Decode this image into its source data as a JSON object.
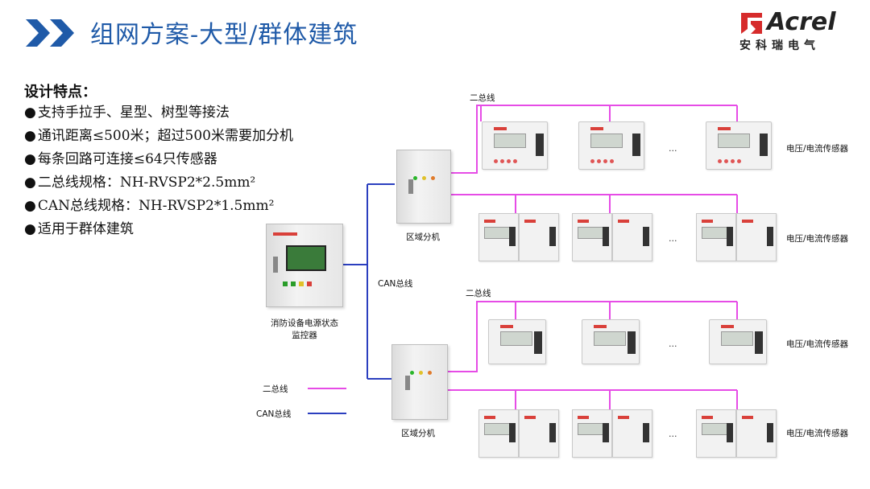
{
  "header": {
    "title": "组网方案-大型/群体建筑",
    "logo_brand": "Acrel",
    "logo_sub": "安科瑞电气"
  },
  "features": {
    "heading": "设计特点：",
    "items": [
      "支持手拉手、星型、树型等接法",
      "通讯距离≤500米；超过500米需要加分机",
      "每条回路可连接≤64只传感器",
      "二总线规格：NH-RVSP2*2.5mm²",
      "CAN总线规格：NH-RVSP2*1.5mm²",
      "适用于群体建筑"
    ]
  },
  "diagram": {
    "monitor_label_line1": "消防设备电源状态",
    "monitor_label_line2": "监控器",
    "can_bus_label": "CAN总线",
    "zone_unit_top_label": "区域分机",
    "zone_unit_bottom_label": "区域分机",
    "two_bus_label_top": "二总线",
    "two_bus_label_mid": "二总线",
    "sensor_label": "电压/电流传感器",
    "ellipsis": "...",
    "legend": {
      "two_bus": "二总线",
      "can_bus": "CAN总线"
    },
    "colors": {
      "two_bus": "#e64ce6",
      "can_bus": "#2b3fbf",
      "title": "#1f5aa8"
    }
  }
}
